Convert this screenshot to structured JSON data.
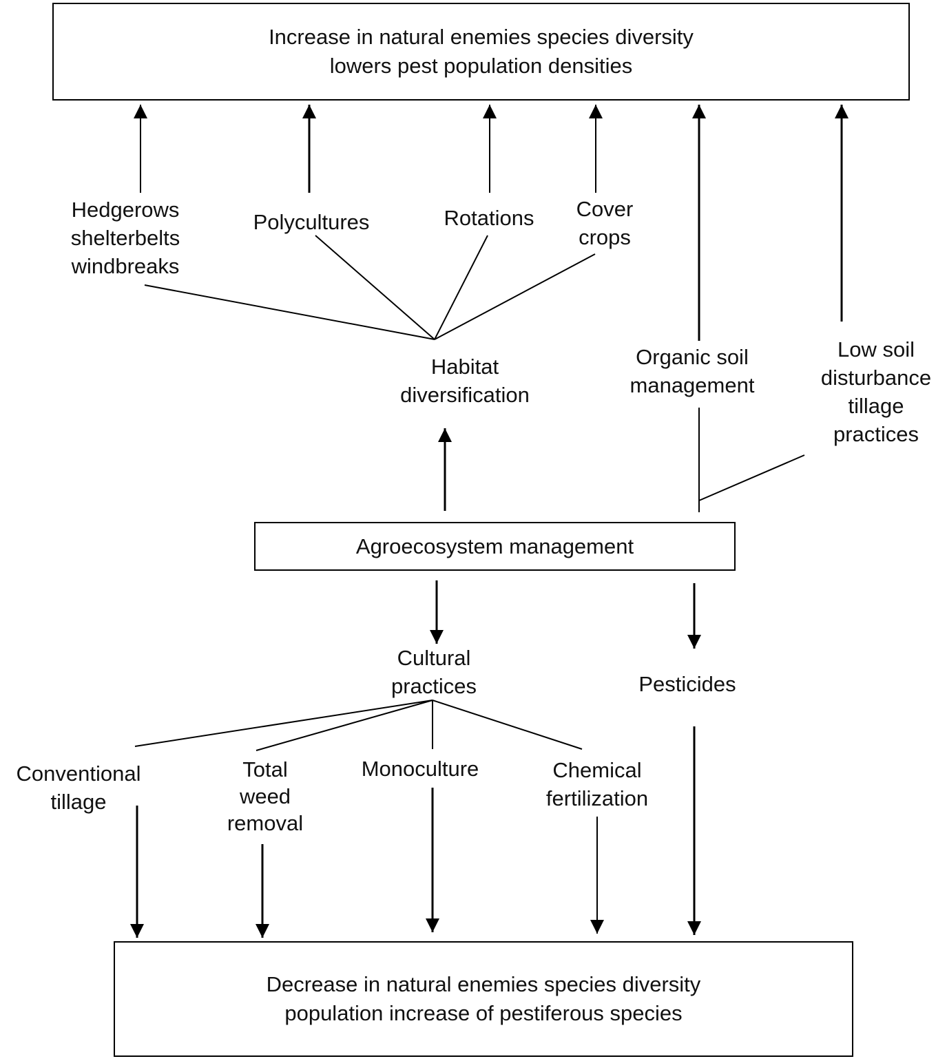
{
  "top_box": {
    "line1": "Increase in natural enemies species diversity",
    "line2": "lowers pest population densities"
  },
  "middle_box": {
    "label": "Agroecosystem management"
  },
  "bottom_box": {
    "line1": "Decrease in natural enemies species diversity",
    "line2": "population increase of pestiferous species"
  },
  "upper_practices": {
    "hedgerows": {
      "line1": "Hedgerows",
      "line2": "shelterbelts",
      "line3": "windbreaks"
    },
    "polycultures": "Polycultures",
    "rotations": "Rotations",
    "cover_crops": {
      "line1": "Cover",
      "line2": "crops"
    },
    "habitat": {
      "line1": "Habitat",
      "line2": "diversification"
    },
    "organic_soil": {
      "line1": "Organic soil",
      "line2": "management"
    },
    "low_soil": {
      "line1": "Low soil",
      "line2": "disturbance",
      "line3": "tillage",
      "line4": "practices"
    }
  },
  "lower_practices": {
    "cultural": {
      "line1": "Cultural",
      "line2": "practices"
    },
    "pesticides": "Pesticides",
    "conventional": {
      "line1": "Conventional",
      "line2": "tillage"
    },
    "weed": {
      "line1": "Total",
      "line2": "weed",
      "line3": "removal"
    },
    "monoculture": "Monoculture",
    "chemical": {
      "line1": "Chemical",
      "line2": "fertilization"
    }
  }
}
